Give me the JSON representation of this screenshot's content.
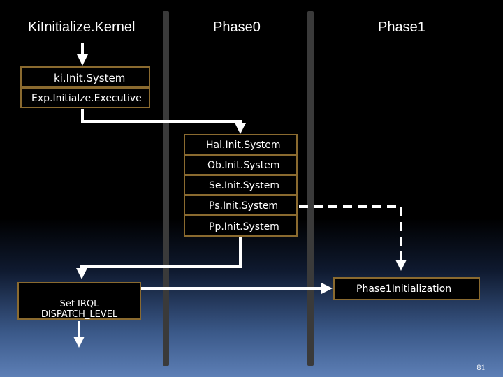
{
  "headers": {
    "col1": "KiInitialize.Kernel",
    "col2": "Phase0",
    "col3": "Phase1"
  },
  "boxes": {
    "ki_init_system": "ki.Init.System",
    "exp_initialize_executive": "Exp.Initialze.Executive",
    "hal_init_system": "Hal.Init.System",
    "ob_init_system": "Ob.Init.System",
    "se_init_system": "Se.Init.System",
    "ps_init_system": "Ps.Init.System",
    "pp_init_system": "Pp.Init.System",
    "set_irql": "Set IRQL\nDISPATCH_LEVEL",
    "phase1_initialization": "Phase1Initialization"
  },
  "page_number": "81",
  "colors": {
    "box_border": "#8a6a2f",
    "lane": "#3a3a3a",
    "arrow": "#ffffff"
  }
}
